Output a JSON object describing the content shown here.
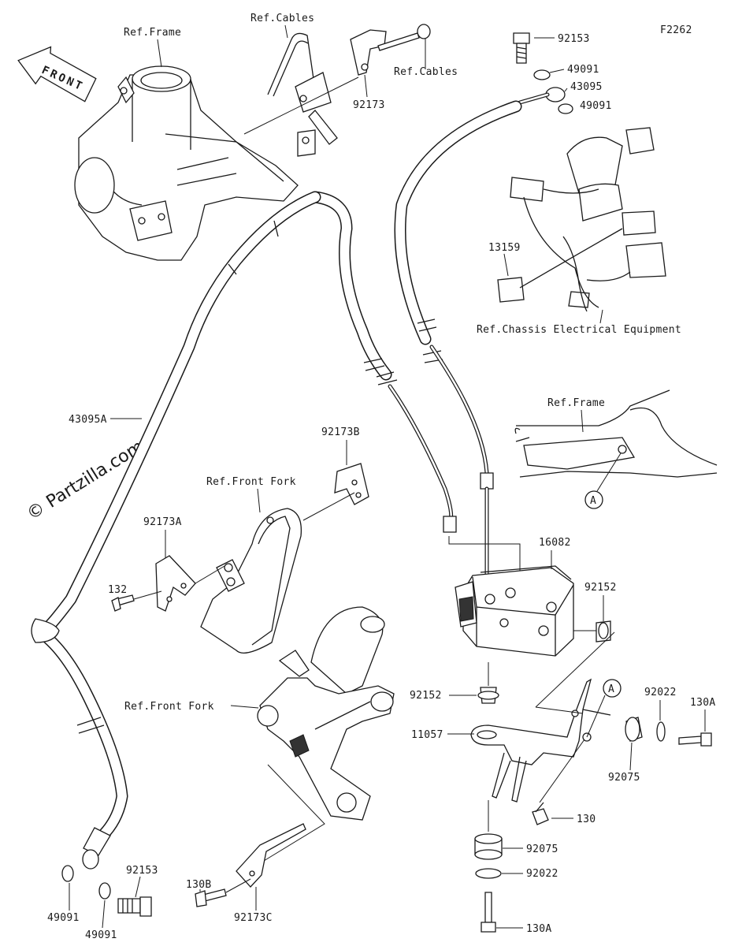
{
  "figure_code": "F2262",
  "watermark": "© Partzilla.com",
  "front_label": "FRONT",
  "callouts": {
    "ref_frame_top": "Ref.Frame",
    "ref_cables_1": "Ref.Cables",
    "ref_cables_2": "Ref.Cables",
    "p92173": "92173",
    "p92153_top": "92153",
    "p49091_a": "49091",
    "p43095": "43095",
    "p49091_b": "49091",
    "p13159": "13159",
    "ref_chassis": "Ref.Chassis Electrical Equipment",
    "p43095A": "43095A",
    "ref_frame_mid": "Ref.Frame",
    "circle_a_top": "A",
    "p92173B": "92173B",
    "ref_front_fork_1": "Ref.Front Fork",
    "p92173A": "92173A",
    "p132": "132",
    "p16082": "16082",
    "p92152_a": "92152",
    "ref_front_fork_2": "Ref.Front Fork",
    "p92152_b": "92152",
    "circle_a_bottom": "A",
    "p92022_a": "92022",
    "p130A_a": "130A",
    "p11057": "11057",
    "p92075_a": "92075",
    "p130": "130",
    "p92075_b": "92075",
    "p92022_b": "92022",
    "p130A_b": "130A",
    "p130B": "130B",
    "p92153_bottom": "92153",
    "p49091_c": "49091",
    "p49091_d": "49091",
    "p92173C": "92173C"
  },
  "icons": {
    "front_arrow": "front-arrow-icon"
  }
}
